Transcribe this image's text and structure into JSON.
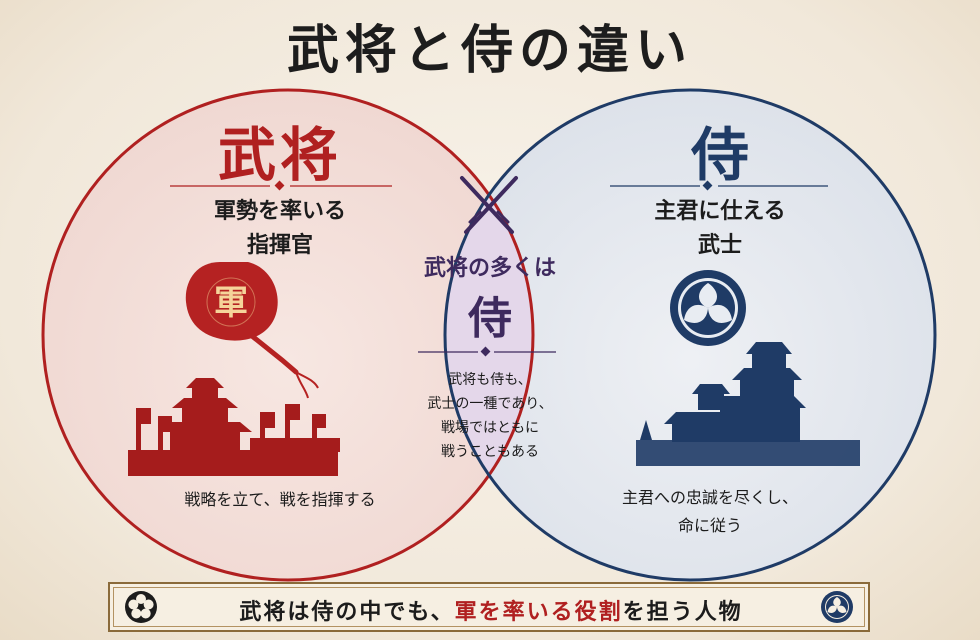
{
  "title": "武将と侍の違い",
  "left": {
    "heading": "武将",
    "subtitle_line1": "軍勢を率いる",
    "subtitle_line2": "指揮官",
    "fan_glyph": "軍",
    "description": "戦略を立て、戦を指揮する",
    "color": "#b02020",
    "icons": [
      "war-fan-icon",
      "castle-icon"
    ]
  },
  "right": {
    "heading": "侍",
    "subtitle_line1": "主君に仕える",
    "subtitle_line2": "武士",
    "description_line1": "主君への忠誠を尽くし、",
    "description_line2": "命に従う",
    "color": "#1f3b66",
    "icons": [
      "family-crest-icon",
      "castle-icon"
    ]
  },
  "center": {
    "line1": "武将の多くは",
    "big": "侍",
    "desc_line1": "武将も侍も、",
    "desc_line2": "武士の一種であり、",
    "desc_line3": "戦場ではともに",
    "desc_line4": "戦うこともある",
    "color": "#3e2a5e",
    "icons": [
      "crossed-swords-icon"
    ]
  },
  "banner": {
    "part1": "武将は侍の中でも、",
    "highlight": "軍を率いる役割",
    "part2": "を担う人物"
  }
}
